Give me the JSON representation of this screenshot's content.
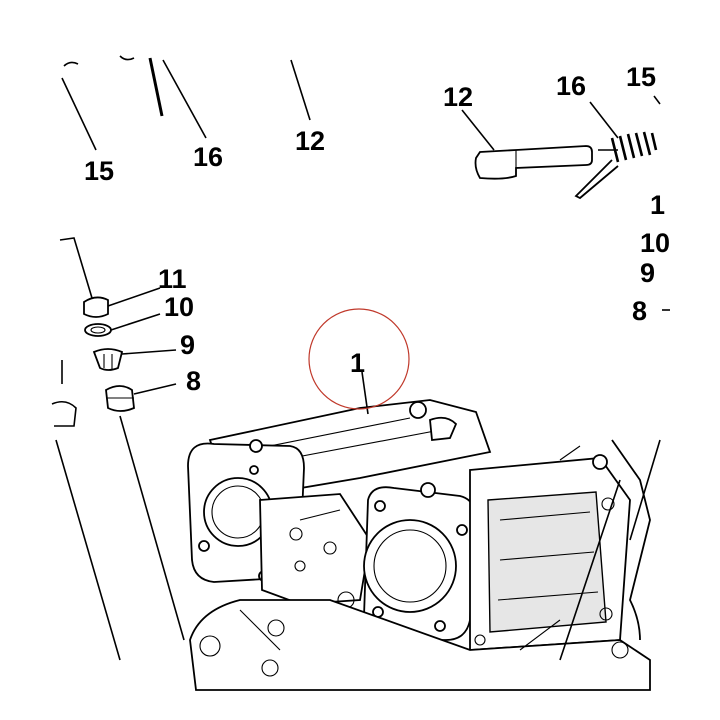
{
  "diagram": {
    "highlight_color": "#c0392b",
    "callouts": {
      "top_15": "15",
      "top_16": "16",
      "top_12": "12",
      "pin_12": "12",
      "spring_16": "16",
      "right_15": "15",
      "left_11": "11",
      "left_10": "10",
      "left_9": "9",
      "left_8": "8",
      "right_1": "1",
      "right_10": "10",
      "right_9": "9",
      "right_8": "8",
      "housing_1": "1"
    }
  }
}
